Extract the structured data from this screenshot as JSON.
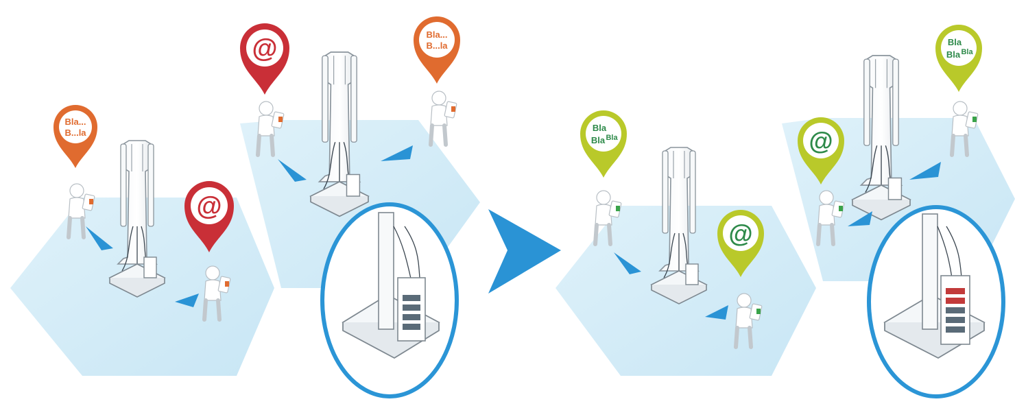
{
  "colors": {
    "hex_fill": "#cfe9f6",
    "hex_fill_light": "#e3f3fb",
    "arrow": "#2a93d5",
    "circle": "#2b95d6",
    "pin_red": "#c92f37",
    "pin_orange": "#e06b2f",
    "pin_green_ring": "#b9c92a",
    "pin_green_text": "#2e8a4a",
    "server_gray": "#5a6b78",
    "server_red": "#c23a3a"
  },
  "before": {
    "pin_orange_1": {
      "line1": "Bla...",
      "line2": "B...la"
    },
    "pin_red_1": {
      "symbol": "@"
    },
    "pin_red_2": {
      "symbol": "@"
    },
    "pin_orange_2": {
      "line1": "Bla...",
      "line2": "B...la"
    }
  },
  "after": {
    "pin_green_1": {
      "line1": "Bla",
      "line2": "Bla",
      "line2b": "Bla"
    },
    "pin_green_at_1": {
      "symbol": "@"
    },
    "pin_green_at_2": {
      "symbol": "@"
    },
    "pin_green_2": {
      "line1": "Bla",
      "line2": "Bla",
      "line2b": "Bla"
    }
  },
  "icons": {
    "tower": "radio-tower-icon",
    "person": "person-with-phone-icon",
    "signal_wedge": "signal-wedge-icon",
    "server": "baseband-unit-icon",
    "transition": "arrow-right-icon"
  }
}
